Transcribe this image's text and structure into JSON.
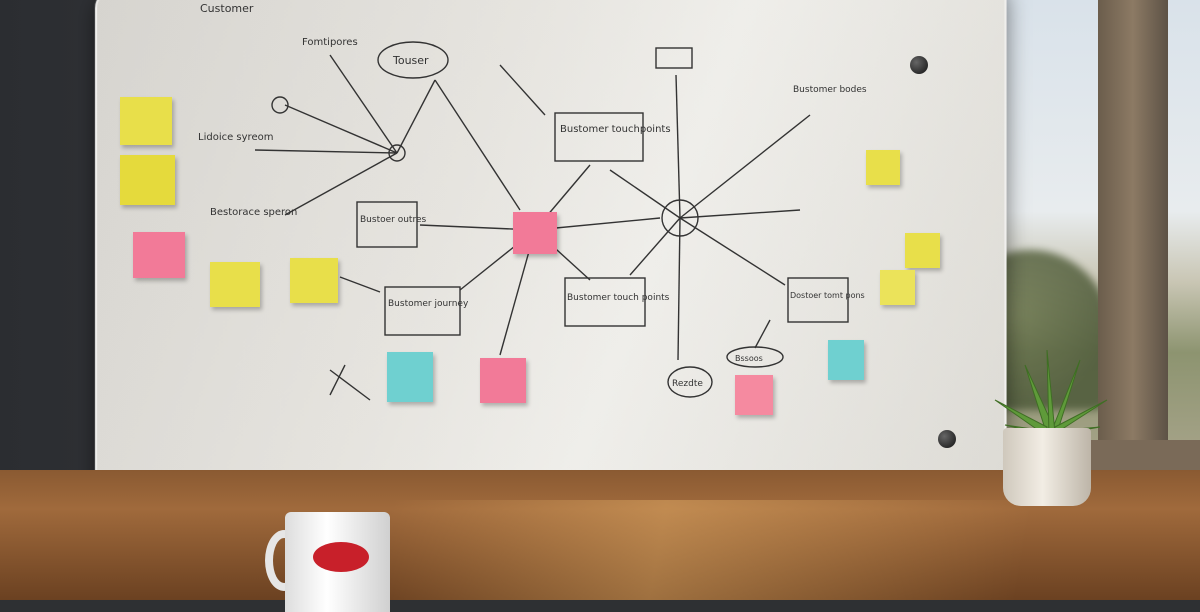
{
  "scene": "whiteboard",
  "labels": {
    "top_title": "Customer",
    "node_center_left": "Touser",
    "touchpoints_top": "Bustomer touchpoints",
    "touchpoints_mid": "Bustomer touch points",
    "journey": "Bustomer journey",
    "outcomes": "Bustoer outres",
    "response": "Bestorace speron",
    "features": "Fomtipores",
    "left_system": "Lidoice syreom",
    "right_top": "Bustomer bodes",
    "right_mid": "Dostoer tomt pons",
    "bottom_right": "Rezdte",
    "bottom_mid": "Bssoos"
  },
  "colors": {
    "yellow": "#e8df4a",
    "pink": "#f27a98",
    "cyan": "#6fd0d0",
    "lips": "#c8202a"
  }
}
